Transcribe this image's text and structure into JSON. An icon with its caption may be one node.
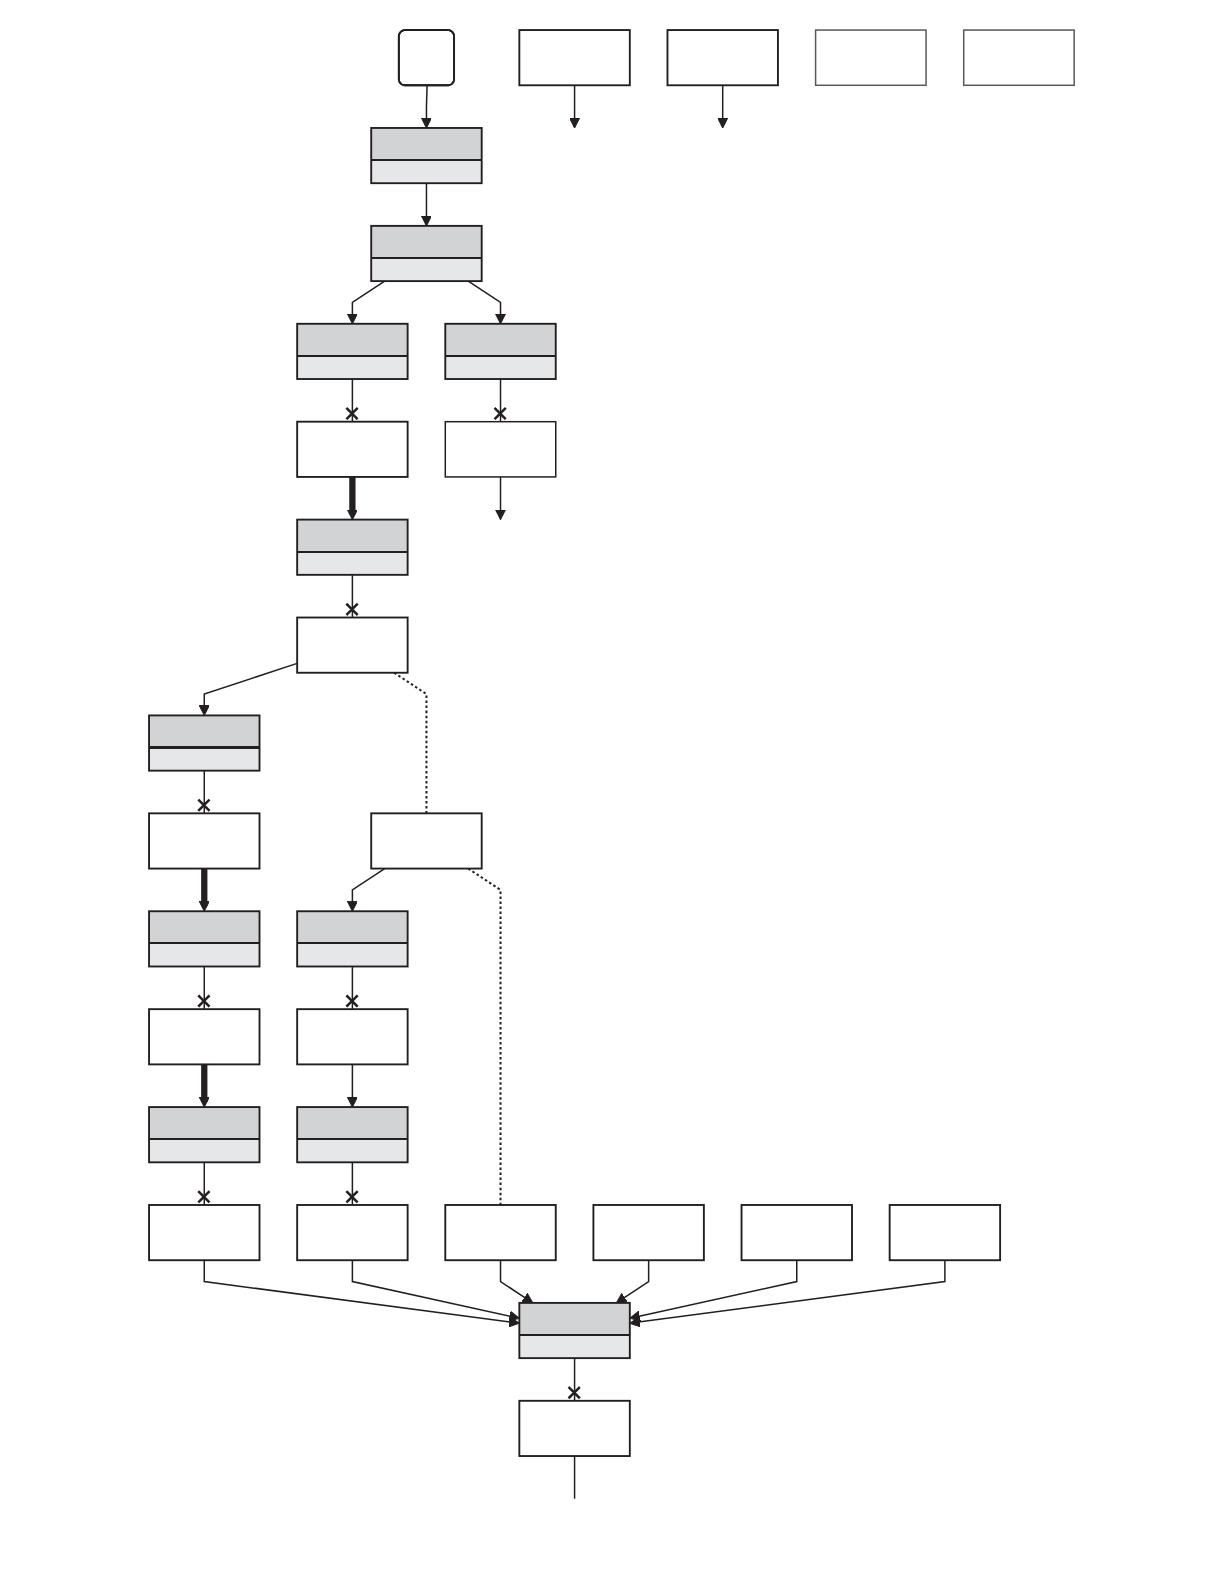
{
  "diagram": {
    "nodes": [
      {
        "text": [],
        "shape": "box"
      },
      {
        "text": [],
        "shape": "box"
      },
      {
        "text": [],
        "shape": "box"
      },
      {
        "text": [],
        "shape": "box"
      },
      {
        "text": [],
        "shape": "box"
      },
      {
        "text": [],
        "shape": "box"
      },
      {
        "text": [],
        "shape": "box"
      },
      {
        "text": [],
        "shape": "box"
      },
      {
        "text": [],
        "shape": "box"
      },
      {
        "text": [],
        "shape": "box"
      },
      {
        "text": [],
        "shape": "box"
      },
      {
        "text": [],
        "shape": "box"
      },
      {
        "text": [],
        "shape": "box"
      },
      {
        "text": [],
        "shape": "box"
      },
      {
        "text": [],
        "shape": "box"
      },
      {
        "text": [],
        "shape": "box"
      },
      {
        "text": [],
        "shape": "box"
      },
      {
        "text": [],
        "shape": "box"
      },
      {
        "text": [],
        "shape": "box"
      },
      {
        "text": [],
        "shape": "box"
      },
      {
        "text": [],
        "shape": "box"
      },
      {
        "text": [],
        "shape": "box"
      },
      {
        "text": [],
        "shape": "box"
      },
      {
        "text": [],
        "shape": "box"
      },
      {
        "text": [],
        "shape": "box"
      },
      {
        "text": [],
        "shape": "box"
      },
      {
        "text": [],
        "shape": "box"
      },
      {
        "text": [],
        "shape": "box"
      },
      {
        "text": [],
        "shape": "box"
      },
      {
        "text": [],
        "shape": "box"
      }
    ],
    "edges": [
      {
        "from": 0,
        "to": 1,
        "arrow": "to"
      },
      {
        "from": 1,
        "to": 2,
        "arrow": "to"
      },
      {
        "from": 2,
        "to": 3,
        "arrow": "to"
      },
      {
        "from": 2,
        "to": 5,
        "arrow": "to"
      },
      {
        "from": 3,
        "to": 4,
        "arrow": "other"
      },
      {
        "from": 4,
        "to": null,
        "arrow": "to"
      },
      {
        "from": 5,
        "to": 6,
        "arrow": "other"
      },
      {
        "from": 6,
        "to": 7,
        "arrow": "to",
        "style": "thick"
      },
      {
        "from": 7,
        "to": 8,
        "arrow": "other"
      },
      {
        "from": 8,
        "to": 9,
        "arrow": "none",
        "style": "dashed"
      },
      {
        "from": 9,
        "to": 10,
        "arrow": "none",
        "style": "dashed"
      },
      {
        "from": 8,
        "to": 16,
        "arrow": "to"
      },
      {
        "from": 16,
        "to": 17,
        "arrow": "other"
      },
      {
        "from": 17,
        "to": 18,
        "arrow": "to",
        "style": "thick"
      },
      {
        "from": 18,
        "to": 19,
        "arrow": "other"
      },
      {
        "from": 19,
        "to": 20,
        "arrow": "to",
        "style": "thick"
      },
      {
        "from": 20,
        "to": 21,
        "arrow": "other"
      },
      {
        "from": 21,
        "to": 22,
        "arrow": "to"
      },
      {
        "from": 22,
        "to": 23,
        "arrow": "other"
      },
      {
        "from": 23,
        "to": null,
        "arrow": "none"
      },
      {
        "from": 9,
        "to": 24,
        "arrow": "to"
      },
      {
        "from": 24,
        "to": 25,
        "arrow": "other"
      },
      {
        "from": 25,
        "to": 26,
        "arrow": "to"
      },
      {
        "from": 26,
        "to": 27,
        "arrow": "other"
      },
      {
        "from": 27,
        "to": 22,
        "arrow": "to"
      },
      {
        "from": 10,
        "to": 22,
        "arrow": "to"
      },
      {
        "from": 11,
        "to": 22,
        "arrow": "to"
      },
      {
        "from": 12,
        "to": 22,
        "arrow": "to"
      },
      {
        "from": 13,
        "to": 22,
        "arrow": "to"
      },
      {
        "from": 14,
        "to": null,
        "arrow": "to"
      },
      {
        "from": 15,
        "to": null,
        "arrow": "to"
      }
    ]
  }
}
